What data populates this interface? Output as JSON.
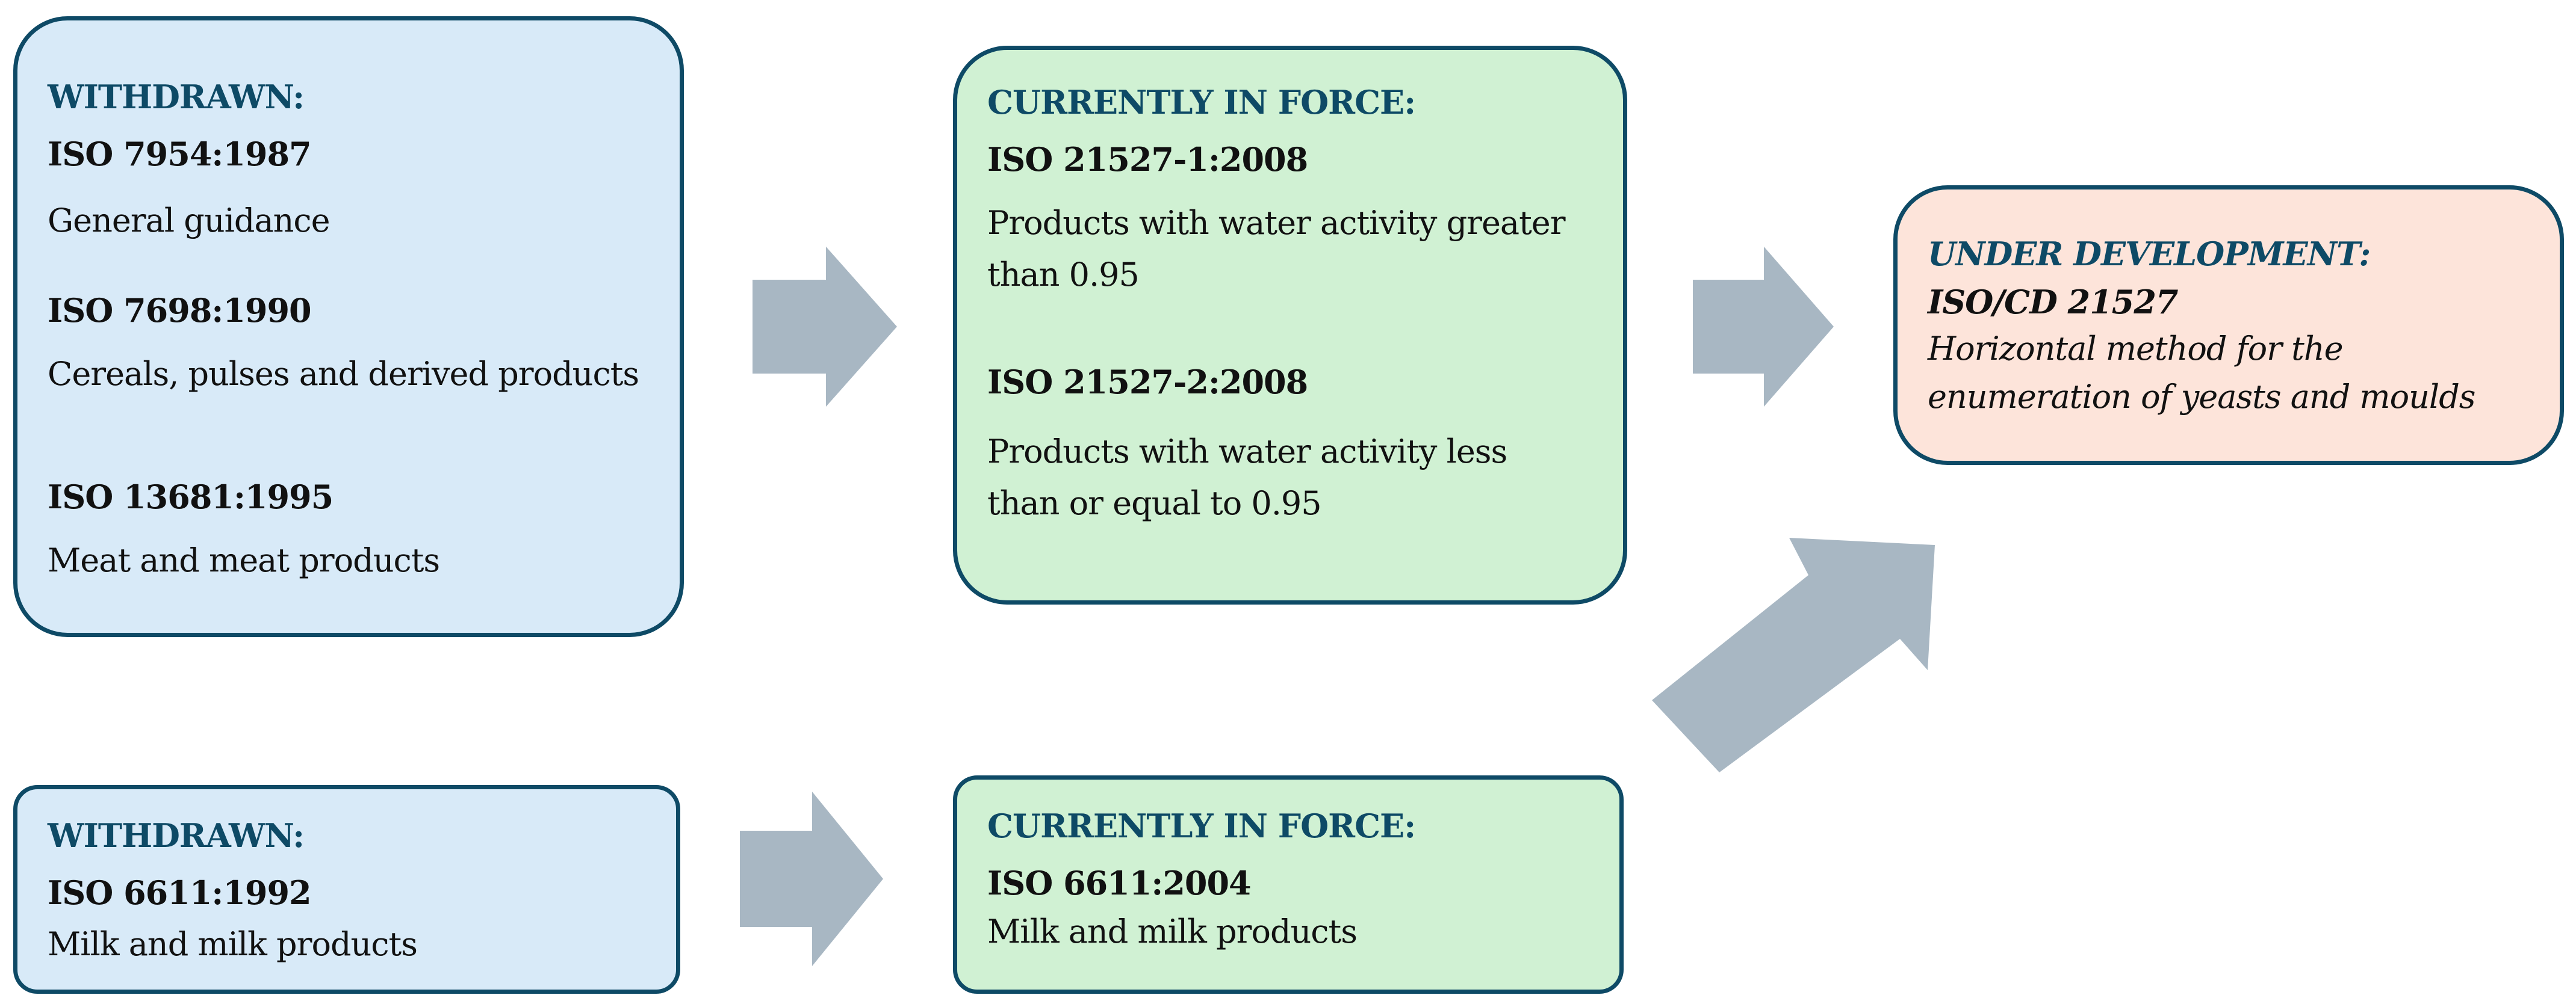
{
  "colors": {
    "border": "#0e4a66",
    "heading": "#0e4a66",
    "withdrawn_fill": "#d8eaf8",
    "in_force_fill": "#d0f1d3",
    "under_development_fill": "#fde4da",
    "arrow": "#a8b7c3"
  },
  "boxes": {
    "withdrawn_general": {
      "heading": "WITHDRAWN:",
      "items": [
        {
          "code": "ISO 7954:1987",
          "description": "General guidance"
        },
        {
          "code": "ISO 7698:1990",
          "description": "Cereals, pulses and derived products"
        },
        {
          "code": "ISO 13681:1995",
          "description": "Meat and meat products"
        }
      ]
    },
    "in_force_general": {
      "heading": "CURRENTLY IN FORCE:",
      "items": [
        {
          "code": "ISO 21527-1:2008",
          "description": "Products with water activity greater than 0.95"
        },
        {
          "code": "ISO 21527-2:2008",
          "description": "Products with water activity less than or equal to 0.95"
        }
      ]
    },
    "under_development": {
      "heading": "UNDER DEVELOPMENT:",
      "items": [
        {
          "code": "ISO/CD 21527",
          "description": "Horizontal method for the enumeration of yeasts and moulds"
        }
      ]
    },
    "withdrawn_milk": {
      "heading": "WITHDRAWN:",
      "items": [
        {
          "code": "ISO 6611:1992",
          "description": "Milk and milk products"
        }
      ]
    },
    "in_force_milk": {
      "heading": "CURRENTLY IN FORCE:",
      "items": [
        {
          "code": "ISO 6611:2004",
          "description": "Milk and milk products"
        }
      ]
    }
  },
  "arrows": [
    {
      "from": "withdrawn_general",
      "to": "in_force_general",
      "direction": "right"
    },
    {
      "from": "in_force_general",
      "to": "under_development",
      "direction": "right"
    },
    {
      "from": "withdrawn_milk",
      "to": "in_force_milk",
      "direction": "right"
    },
    {
      "from": "in_force_milk",
      "to": "under_development",
      "direction": "up-right"
    }
  ]
}
